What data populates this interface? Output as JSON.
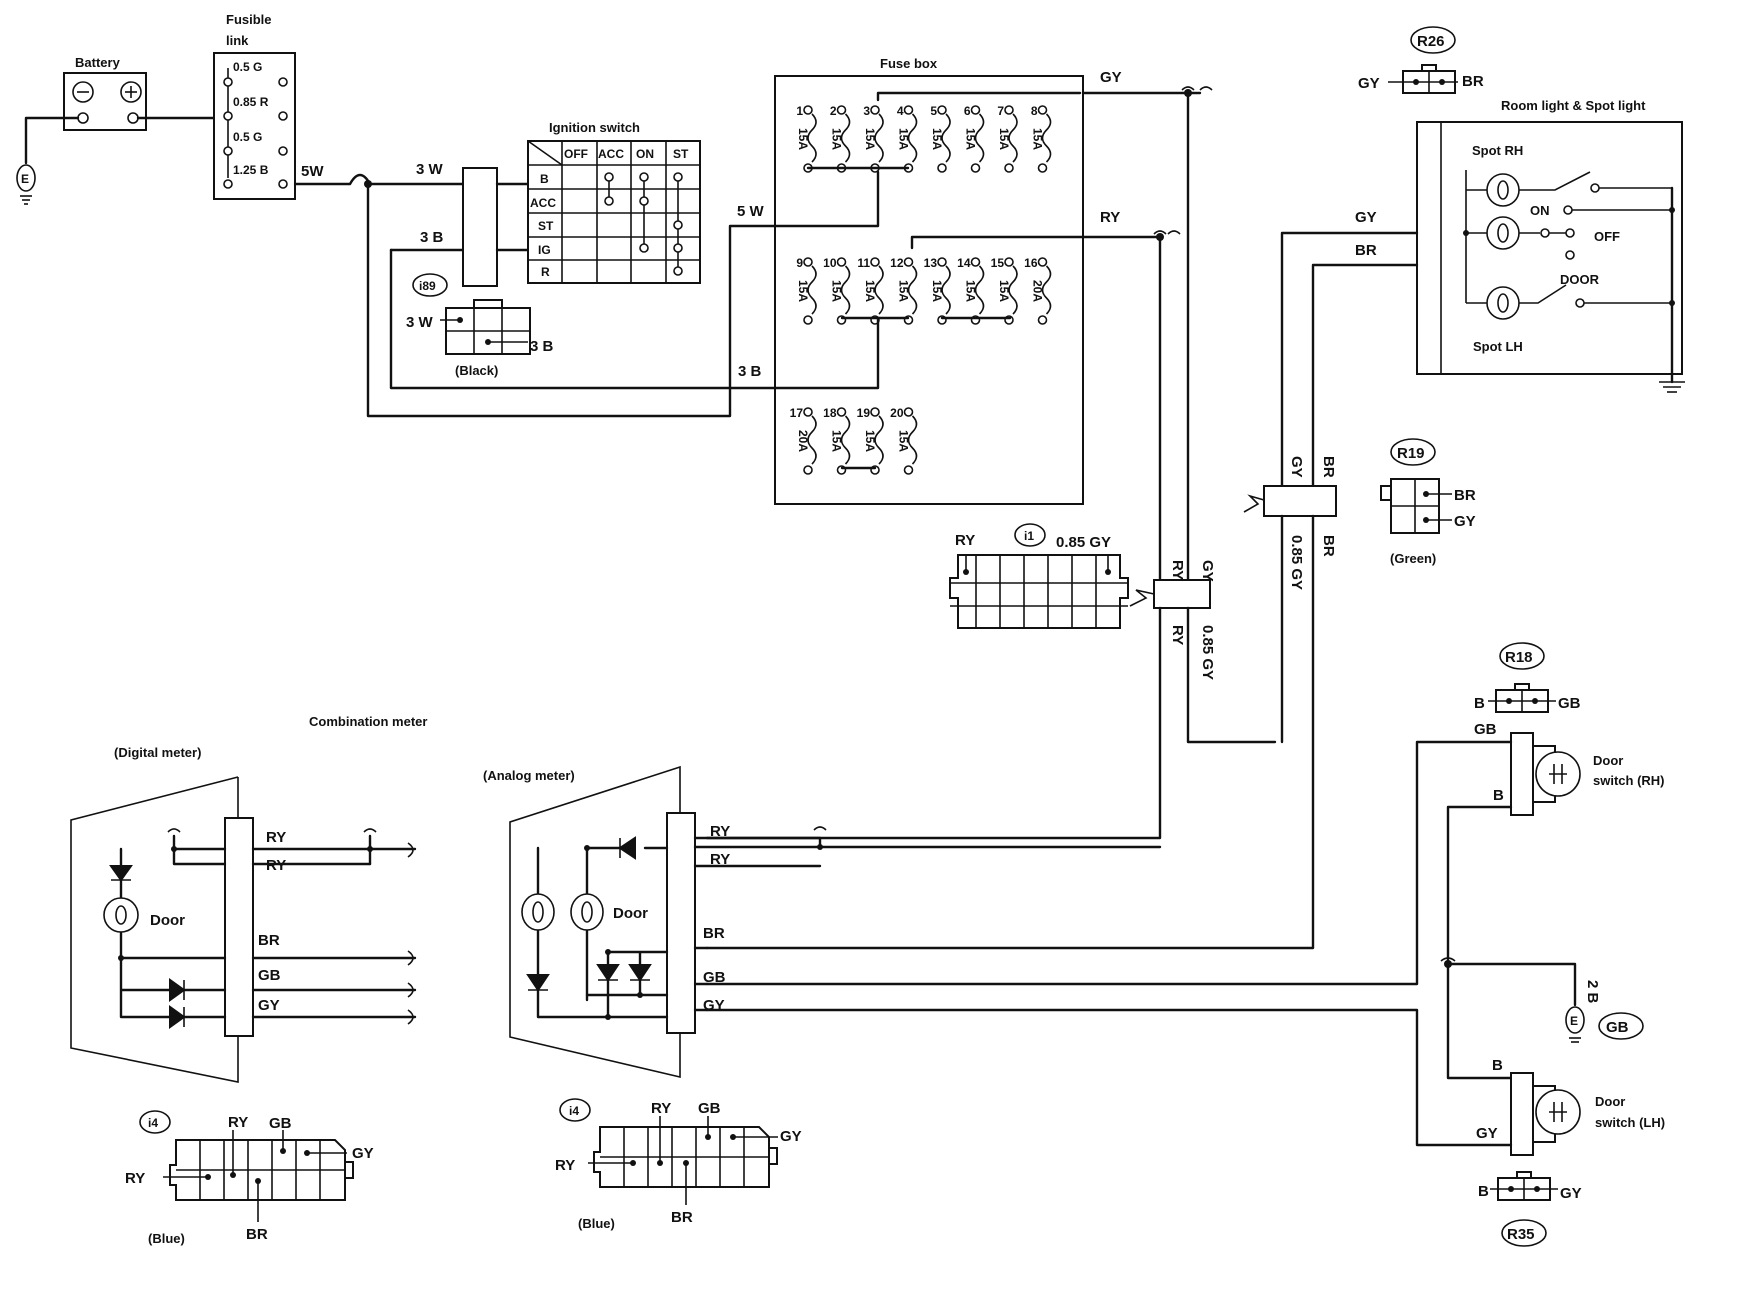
{
  "titles": {
    "battery": "Battery",
    "fusible_link": "Fusible",
    "fusible_link_2": "link",
    "ignition_switch": "Ignition switch",
    "fuse_box": "Fuse box",
    "room_light": "Room light & Spot light",
    "combination_meter": "Combination meter",
    "digital_meter": "(Digital meter)",
    "analog_meter": "(Analog meter)",
    "door_switch_rh": "Door",
    "door_switch_rh_2": "switch (RH)",
    "door_switch_lh": "Door",
    "door_switch_lh_2": "switch (LH)"
  },
  "fusible_links": [
    "0.5 G",
    "0.85 R",
    "0.5 G",
    "1.25 B"
  ],
  "ignition": {
    "columns": [
      "OFF",
      "ACC",
      "ON",
      "ST"
    ],
    "rows": [
      "B",
      "ACC",
      "ST",
      "IG",
      "R"
    ]
  },
  "fuses": [
    {
      "n": "1",
      "a": "15A"
    },
    {
      "n": "2",
      "a": "15A"
    },
    {
      "n": "3",
      "a": "15A"
    },
    {
      "n": "4",
      "a": "15A"
    },
    {
      "n": "5",
      "a": "15A"
    },
    {
      "n": "6",
      "a": "15A"
    },
    {
      "n": "7",
      "a": "15A"
    },
    {
      "n": "8",
      "a": "15A"
    },
    {
      "n": "9",
      "a": "15A"
    },
    {
      "n": "10",
      "a": "15A"
    },
    {
      "n": "11",
      "a": "15A"
    },
    {
      "n": "12",
      "a": "15A"
    },
    {
      "n": "13",
      "a": "15A"
    },
    {
      "n": "14",
      "a": "15A"
    },
    {
      "n": "15",
      "a": "15A"
    },
    {
      "n": "16",
      "a": "20A"
    },
    {
      "n": "17",
      "a": "20A"
    },
    {
      "n": "18",
      "a": "15A"
    },
    {
      "n": "19",
      "a": "15A"
    },
    {
      "n": "20",
      "a": "15A"
    }
  ],
  "wire_labels": {
    "w5w_a": "5W",
    "w3w": "3 W",
    "w3b_a": "3 B",
    "w5w_b": "5 W",
    "w3b_b": "3 B",
    "gy_top": "GY",
    "ry_top": "RY",
    "gy_r": "GY",
    "br_r": "BR",
    "gy_v": "GY",
    "br_v": "BR",
    "br_v2": "BR",
    "gy085_v": "0.85 GY",
    "ry_v": "RY",
    "gy_v2": "GY",
    "ry_v2": "RY",
    "gy085_v2": "0.85 GY",
    "gb_rh": "GB",
    "b_rh": "B",
    "b_lh": "B",
    "gy_lh": "GY",
    "b2": "2 B",
    "ry1": "RY",
    "ry2": "RY",
    "br_d": "BR",
    "gb_d": "GB",
    "gy_d": "GY",
    "ry_a1": "RY",
    "ry_a2": "RY",
    "br_a": "BR",
    "gb_a": "GB",
    "gy_a": "GY",
    "door_d": "Door",
    "door_a": "Door",
    "spot_rh": "Spot RH",
    "spot_lh": "Spot LH",
    "on": "ON",
    "off": "OFF",
    "door_sw": "DOOR"
  },
  "connectors": {
    "i89": {
      "id": "i89",
      "pin_a": "3 W",
      "pin_b": "3 B",
      "color": "(Black)"
    },
    "r26": {
      "id": "R26",
      "left": "GY",
      "right": "BR"
    },
    "r19": {
      "id": "R19",
      "pin_a": "BR",
      "pin_b": "GY",
      "color": "(Green)"
    },
    "i1": {
      "id": "i1",
      "left": "RY",
      "right": "0.85 GY"
    },
    "r18": {
      "id": "R18",
      "left": "B",
      "right": "GB"
    },
    "gb": {
      "id": "GB"
    },
    "r35": {
      "id": "R35",
      "left": "B",
      "right": "GY"
    },
    "i4_d": {
      "id": "i4",
      "ry": "RY",
      "gb": "GB",
      "gy": "GY",
      "ry_side": "RY",
      "br": "BR",
      "color": "(Blue)"
    },
    "i4_a": {
      "id": "i4",
      "ry": "RY",
      "gb": "GB",
      "gy": "GY",
      "ry_side": "RY",
      "br": "BR",
      "color": "(Blue)"
    }
  },
  "ground_symbol": "E"
}
